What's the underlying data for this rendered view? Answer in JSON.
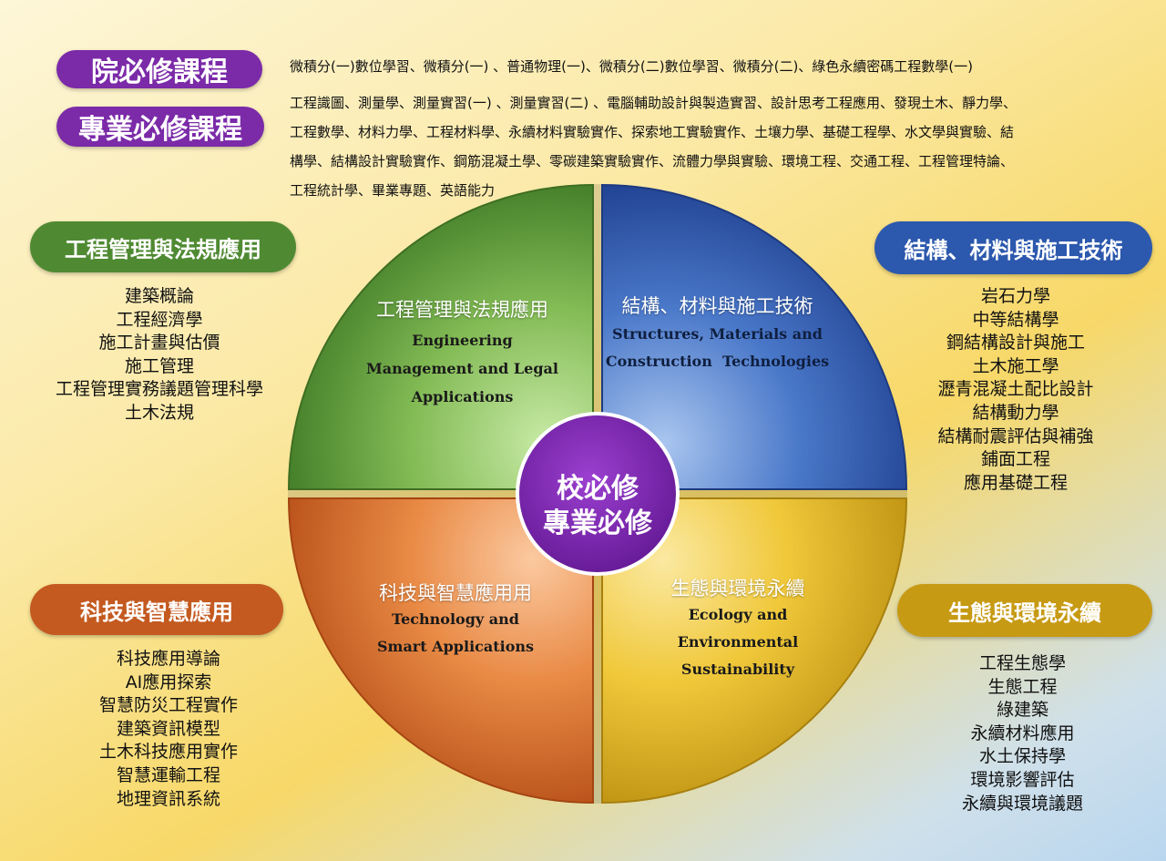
{
  "header": {
    "college_label": "院必修課程",
    "college_courses": "微積分(一)數位學習、微積分(一) 、普通物理(一)、微積分(二)數位學習、微積分(二)、綠色永續密碼工程數學(一)",
    "major_label": "專業必修課程",
    "major_courses": [
      "工程識圖、測量學、測量實習(一) 、測量實習(二) 、電腦輔助設計與製造實習、設計思考工程應用、發現土木、靜力學、",
      "工程數學、材料力學、工程材料學、永續材料實驗實作、探索地工實驗實作、土壤力學、基礎工程學、水文學與實驗、結",
      "構學、結構設計實驗實作、鋼筋混凝土學、零碳建築實驗實作、流體力學與實驗、環境工程、交通工程、工程管理特論、",
      "工程統計學、畢業專題、英語能力"
    ]
  },
  "tracks": {
    "management": {
      "label": "工程管理與法規應用",
      "color": "#4f8a32",
      "courses": [
        "建築概論",
        "工程經濟學",
        "施工計畫與估價",
        "施工管理",
        "工程管理實務議題管理科學",
        "土木法規"
      ]
    },
    "structures": {
      "label": "結構、材料與施工技術",
      "color": "#2c58ad",
      "courses": [
        "岩石力學",
        "中等結構學",
        "鋼結構設計與施工",
        "土木施工學",
        "瀝青混凝土配比設計",
        "結構動力學",
        "結構耐震評估與補強",
        "鋪面工程",
        "應用基礎工程"
      ]
    },
    "technology": {
      "label": "科技與智慧應用",
      "color": "#c45a20",
      "courses": [
        "科技應用導論",
        "AI應用探索",
        "智慧防災工程實作",
        "建築資訊模型",
        "土木科技應用實作",
        "智慧運輸工程",
        "地理資訊系統"
      ]
    },
    "ecology": {
      "label": "生態與環境永續",
      "color": "#c79a14",
      "courses": [
        "工程生態學",
        "生態工程",
        "綠建築",
        "永續材料應用",
        "水土保持學",
        "環境影響評估",
        "永續與環境議題"
      ]
    }
  },
  "diagram": {
    "quadrants": {
      "management": {
        "zh": "工程管理與法規應用",
        "en": [
          "Engineering",
          "Management and Legal",
          "Applications"
        ]
      },
      "structures": {
        "zh": "結構、材料與施工技術",
        "en": [
          "Structures, Materials and",
          "Construction  Technologies"
        ]
      },
      "technology": {
        "zh": "科技與智慧應用用",
        "en": [
          "Technology and",
          "Smart Applications"
        ]
      },
      "ecology": {
        "zh": "生態與環境永續",
        "en": [
          "Ecology and",
          "Environmental",
          "Sustainability"
        ]
      }
    },
    "center": {
      "line1": "校必修",
      "line2": "專業必修",
      "color": "#6a1b9a"
    }
  }
}
